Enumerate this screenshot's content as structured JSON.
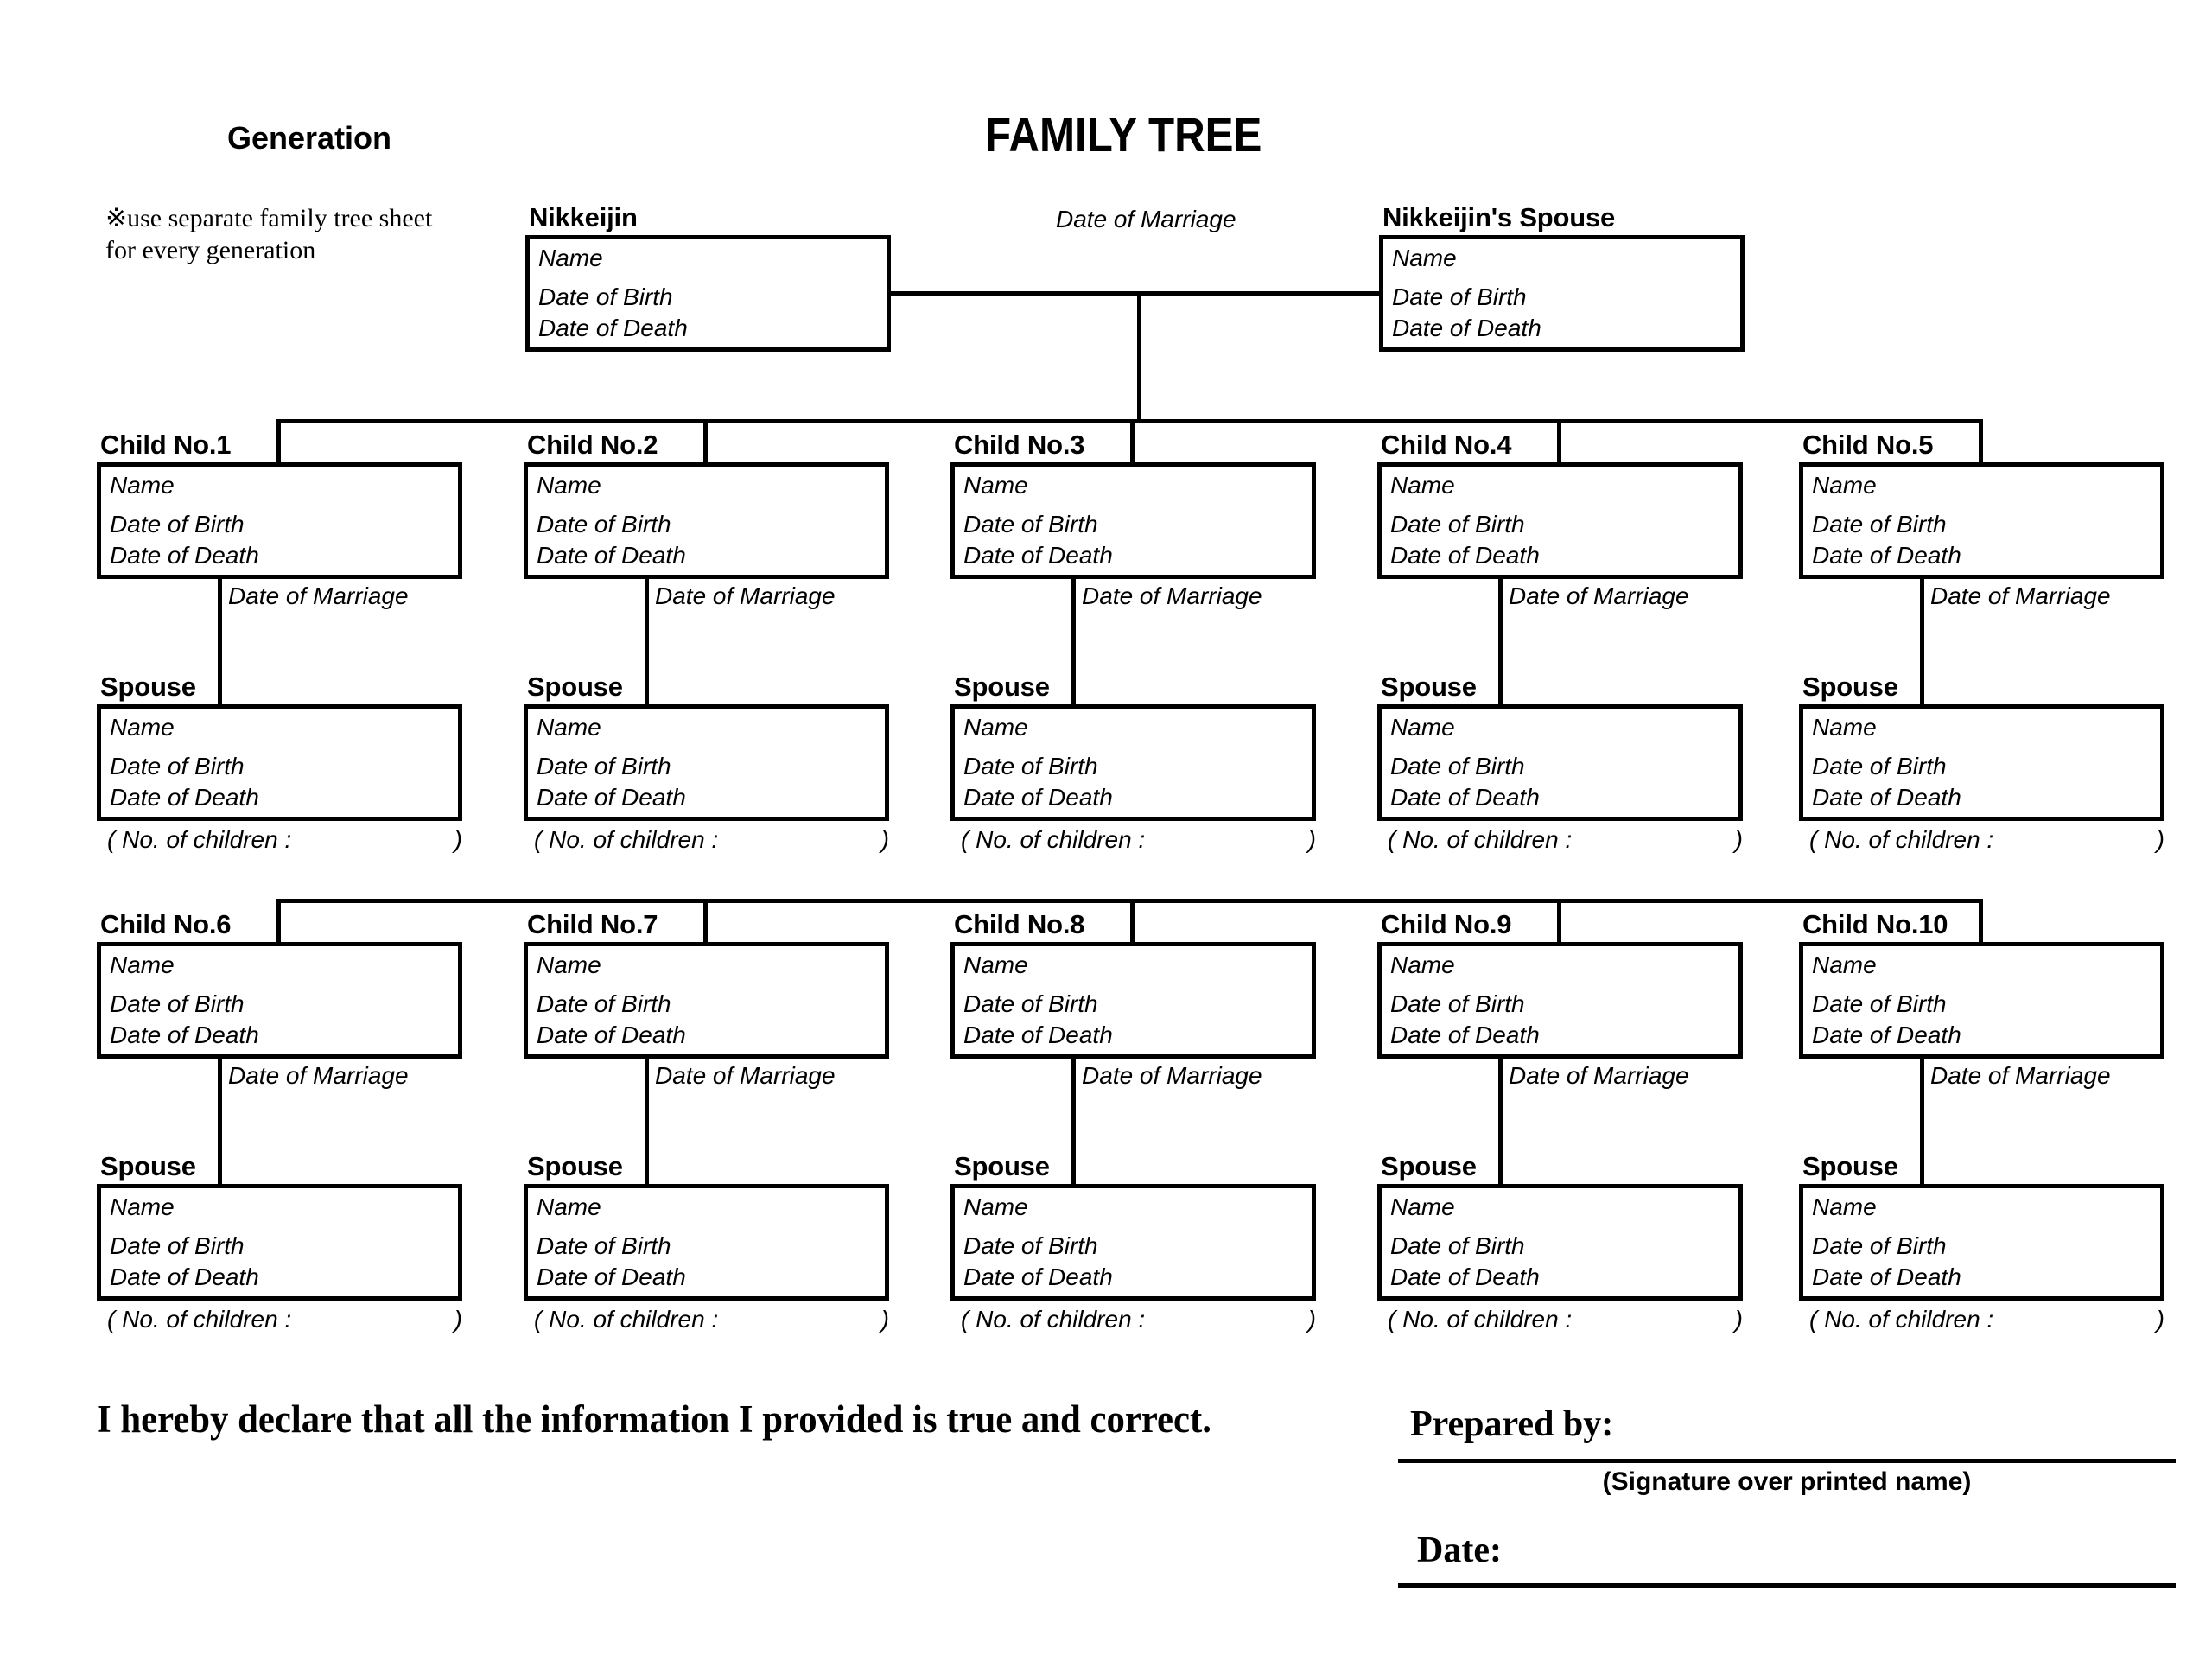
{
  "header": {
    "generation_label": "Generation",
    "title": "FAMILY TREE",
    "note": "※use separate family tree sheet for every generation"
  },
  "field_labels": {
    "name": "Name",
    "date_of_birth": "Date of Birth",
    "date_of_death": "Date of Death",
    "date_of_marriage": "Date of Marriage",
    "no_of_children_open": "( No. of children :",
    "no_of_children_close": ")"
  },
  "top_couple": {
    "primary_label": "Nikkeijin",
    "spouse_label": "Nikkeijin's Spouse",
    "marriage_label": "Date of Marriage"
  },
  "spouse_label": "Spouse",
  "children": [
    {
      "label": "Child No.1"
    },
    {
      "label": "Child No.2"
    },
    {
      "label": "Child No.3"
    },
    {
      "label": "Child No.4"
    },
    {
      "label": "Child No.5"
    },
    {
      "label": "Child No.6"
    },
    {
      "label": "Child No.7"
    },
    {
      "label": "Child No.8"
    },
    {
      "label": "Child No.9"
    },
    {
      "label": "Child No.10"
    }
  ],
  "footer": {
    "declaration": "I hereby declare that all the information I provided is true and correct.",
    "prepared_by_label": "Prepared by:",
    "signature_caption": "(Signature over printed name)",
    "date_label": "Date:"
  },
  "colors": {
    "ink": "#000000",
    "paper": "#ffffff"
  }
}
